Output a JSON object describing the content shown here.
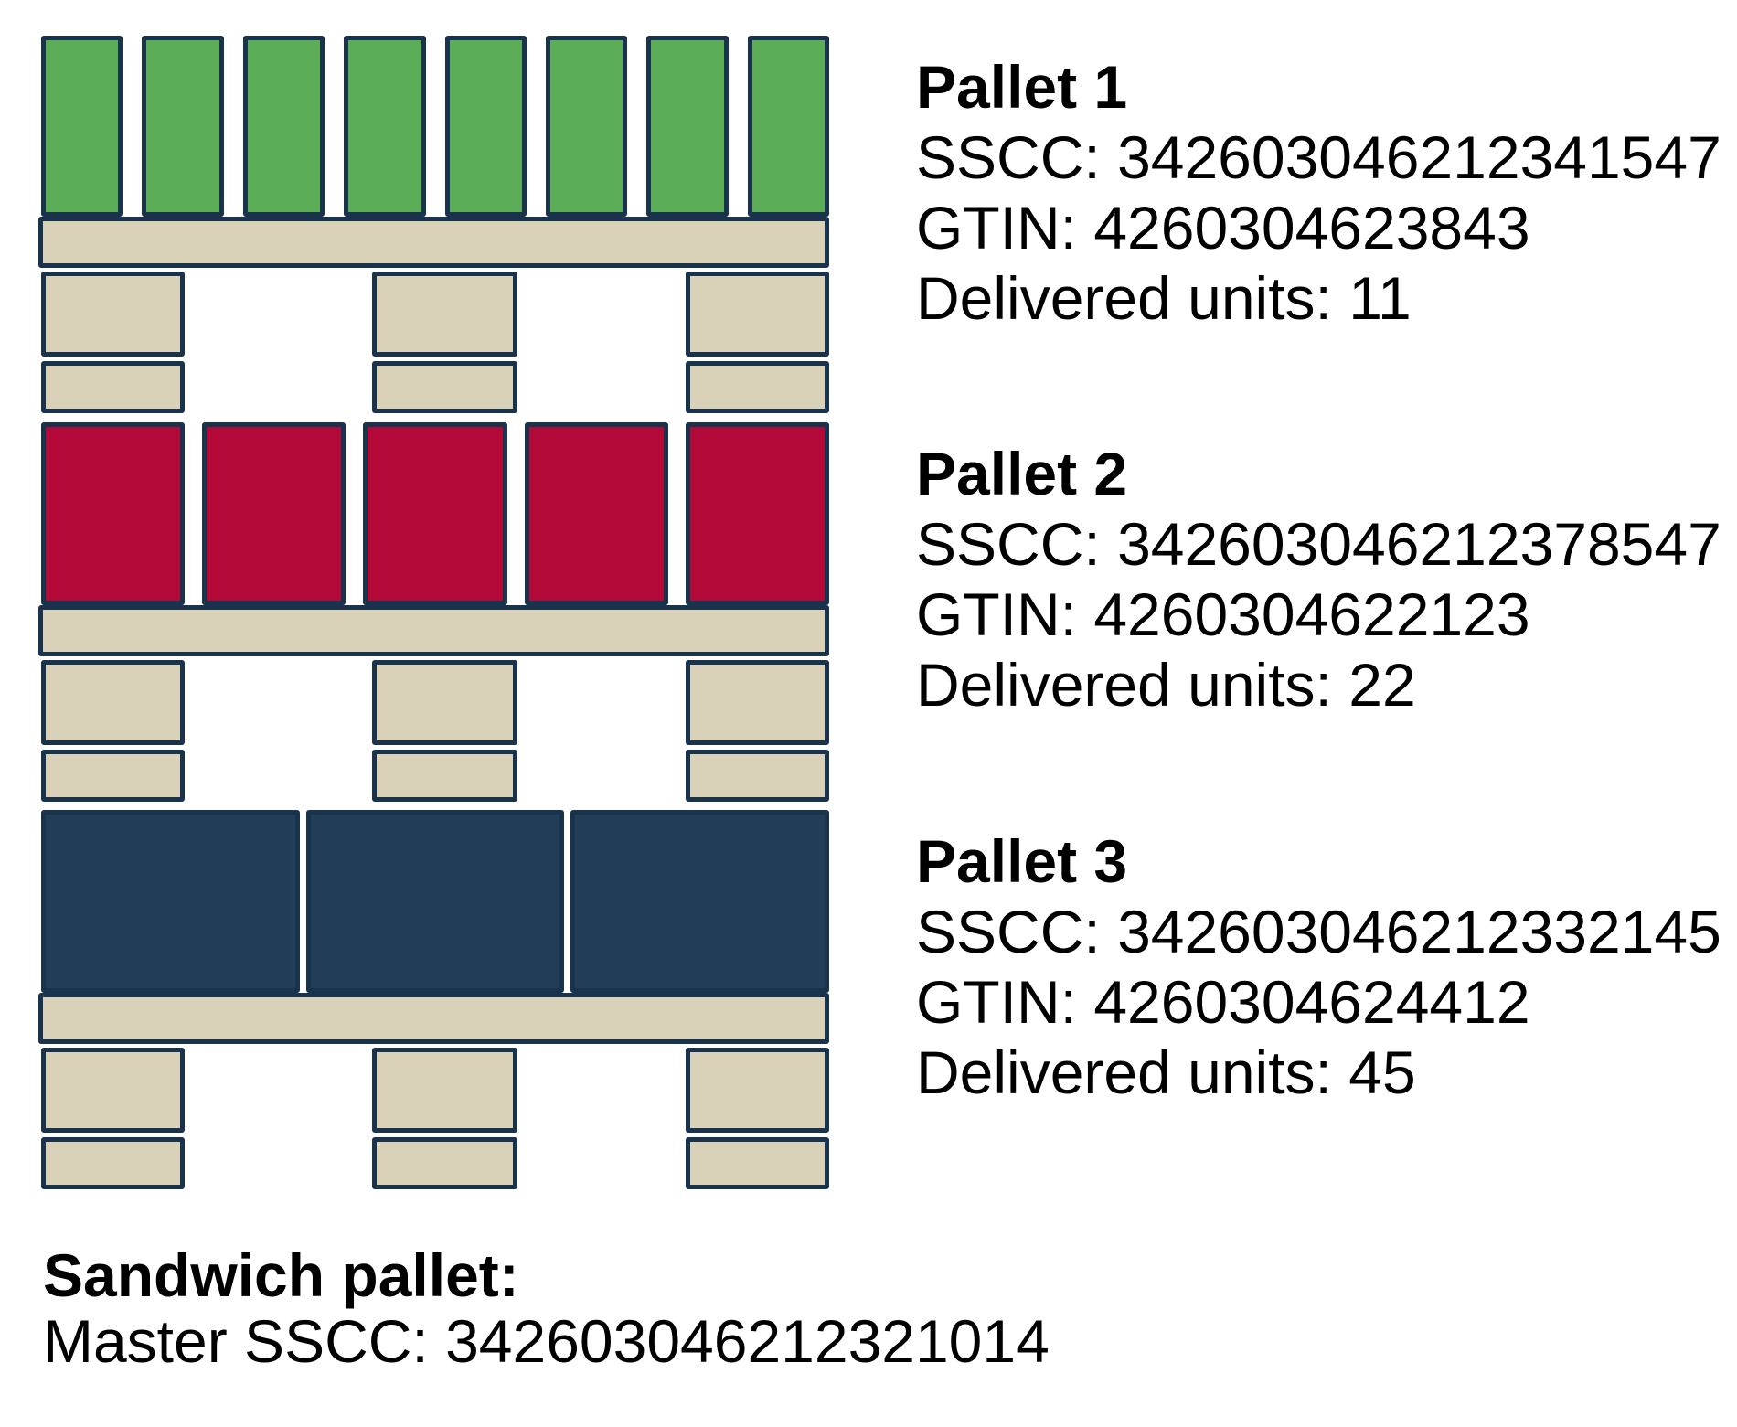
{
  "diagram": {
    "background": "#ffffff",
    "outline_color": "#1a334c",
    "wood_color": "#d9d2b9",
    "text_color": "#000000"
  },
  "labels": {
    "sscc": "SSCC:",
    "gtin": "GTIN:",
    "delivered_units": "Delivered units:"
  },
  "pallets": [
    {
      "title": "Pallet 1",
      "sscc": "342603046212341547",
      "gtin": "4260304623843",
      "delivered_units": "11",
      "boxes": {
        "count": 8,
        "color": "#5cad58"
      }
    },
    {
      "title": "Pallet 2",
      "sscc": "342603046212378547",
      "gtin": "4260304622123",
      "delivered_units": "22",
      "boxes": {
        "count": 5,
        "color": "#b20939"
      }
    },
    {
      "title": "Pallet 3",
      "sscc": "342603046212332145",
      "gtin": "4260304624412",
      "delivered_units": "45",
      "boxes": {
        "count": 3,
        "color": "#213d58"
      }
    }
  ],
  "footer": {
    "heading": "Sandwich pallet:",
    "master_sscc_label": "Master SSCC:",
    "master_sscc": "342603046212321014"
  }
}
